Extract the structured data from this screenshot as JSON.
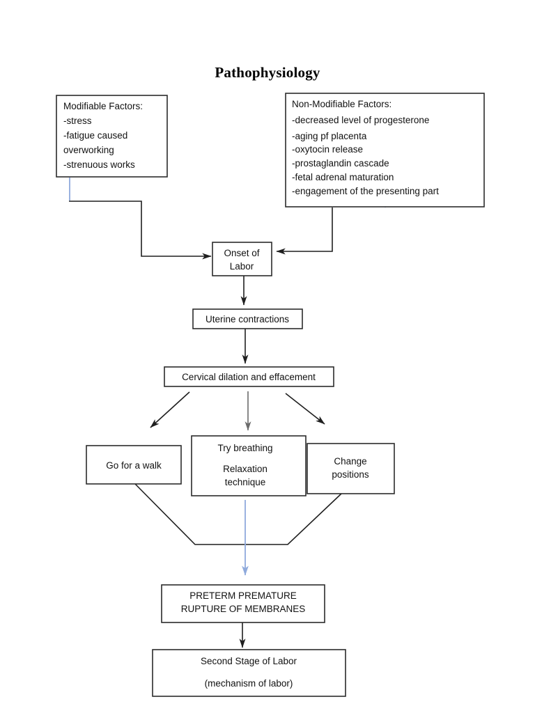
{
  "title": "Pathophysiology",
  "colors": {
    "box_stroke": "#2b2b2b",
    "connector": "#1f1f1f",
    "connector_gray": "#6b6b6b",
    "connector_blue": "#8faadc",
    "text": "#111111",
    "background": "#ffffff"
  },
  "chart_data": {
    "type": "diagram",
    "diagram_kind": "flowchart",
    "title": "Pathophysiology",
    "nodes": [
      {
        "id": "modifiable",
        "heading": "Modifiable Factors:",
        "items": [
          "-stress",
          "-fatigue caused",
          "overworking",
          "-strenuous works"
        ]
      },
      {
        "id": "non-modifiable",
        "heading": "Non-Modifiable Factors:",
        "items": [
          "-decreased level of progesterone",
          "-aging pf placenta",
          "-oxytocin release",
          "-prostaglandin cascade",
          "-fetal adrenal maturation",
          "-engagement of the presenting part"
        ]
      },
      {
        "id": "onset",
        "lines": [
          "Onset of",
          "Labor"
        ]
      },
      {
        "id": "uterine",
        "lines": [
          "Uterine contractions"
        ]
      },
      {
        "id": "cervical",
        "lines": [
          "Cervical dilation and effacement"
        ]
      },
      {
        "id": "walk",
        "lines": [
          "Go for a walk"
        ]
      },
      {
        "id": "breathing",
        "lines": [
          "Try breathing",
          "Relaxation",
          "technique"
        ]
      },
      {
        "id": "positions",
        "lines": [
          "Change",
          "positions"
        ]
      },
      {
        "id": "pprom",
        "lines": [
          "PRETERM PREMATURE",
          "RUPTURE OF MEMBRANES"
        ]
      },
      {
        "id": "second-stage",
        "lines": [
          "Second Stage of Labor",
          "(mechanism of labor)"
        ]
      }
    ],
    "edges": [
      {
        "from": "modifiable",
        "to": "onset",
        "style": "elbow-black"
      },
      {
        "from": "non-modifiable",
        "to": "onset",
        "style": "elbow-black"
      },
      {
        "from": "onset",
        "to": "uterine",
        "style": "straight-black"
      },
      {
        "from": "uterine",
        "to": "cervical",
        "style": "straight-black"
      },
      {
        "from": "cervical",
        "to": "walk",
        "style": "diagonal-black"
      },
      {
        "from": "cervical",
        "to": "breathing",
        "style": "straight-gray"
      },
      {
        "from": "cervical",
        "to": "positions",
        "style": "diagonal-black"
      },
      {
        "from": "walk",
        "to": "pprom",
        "style": "trapezoid-black"
      },
      {
        "from": "positions",
        "to": "pprom",
        "style": "trapezoid-black"
      },
      {
        "from": "breathing",
        "to": "pprom",
        "style": "straight-blue-arrow"
      },
      {
        "from": "pprom",
        "to": "second-stage",
        "style": "straight-black"
      }
    ]
  },
  "nodes": {
    "modifiable": {
      "heading": "Modifiable Factors:",
      "line1": "-stress",
      "line2": "-fatigue caused",
      "line3": "overworking",
      "line4": "-strenuous works"
    },
    "non_modifiable": {
      "heading": "Non-Modifiable Factors:",
      "line1": "-decreased level of progesterone",
      "line2": "-aging pf placenta",
      "line3": "-oxytocin release",
      "line4": "-prostaglandin cascade",
      "line5": "-fetal adrenal maturation",
      "line6": "-engagement of the presenting part"
    },
    "onset": {
      "line1": "Onset of",
      "line2": "Labor"
    },
    "uterine": {
      "line1": "Uterine contractions"
    },
    "cervical": {
      "line1": "Cervical dilation and effacement"
    },
    "walk": {
      "line1": "Go for a walk"
    },
    "breathing": {
      "line1": "Try breathing",
      "line2": "Relaxation",
      "line3": "technique"
    },
    "positions": {
      "line1": "Change",
      "line2": "positions"
    },
    "pprom": {
      "line1": "PRETERM PREMATURE",
      "line2": "RUPTURE OF MEMBRANES"
    },
    "second_stage": {
      "line1": "Second Stage of Labor",
      "line2": "(mechanism of labor)"
    }
  }
}
